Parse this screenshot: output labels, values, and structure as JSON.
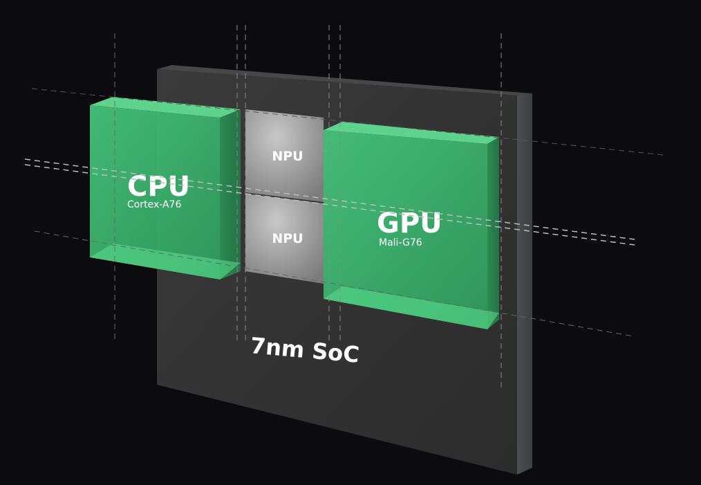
{
  "soc": {
    "label": "7nm SoC"
  },
  "cpu": {
    "title": "CPU",
    "subtitle": "Cortex-A76"
  },
  "npu_top": {
    "label": "NPU"
  },
  "npu_bottom": {
    "label": "NPU"
  },
  "gpu": {
    "title": "GPU",
    "subtitle": "Mali-G76"
  },
  "colors": {
    "background": "#0c0c10",
    "soc_face": "#353535",
    "accent_green": "#3fbf74",
    "npu_gray": "#9a9a9a"
  }
}
